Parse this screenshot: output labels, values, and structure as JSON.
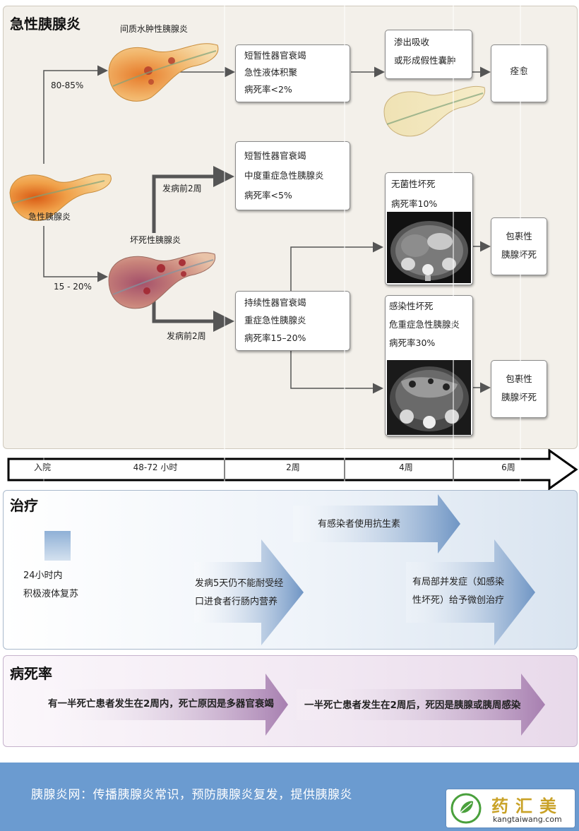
{
  "acute": {
    "title": "急性胰腺炎",
    "center_label": "急性胰腺炎",
    "interstitial_label": "间质水肿性胰腺炎",
    "necrotizing_label": "坏死性胰腺炎",
    "pct_high": "80-85%",
    "pct_low": "15 - 20%",
    "onset_before_2w_a": "发病前2周",
    "onset_before_2w_b": "发病前2周",
    "box_mild": [
      "短暂性器官衰竭",
      "急性液体积聚",
      "病死率<2%"
    ],
    "box_absorb": [
      "渗出吸收",
      "或形成假性囊肿"
    ],
    "box_heal": "痊愈",
    "box_moderate": [
      "短暂性器官衰竭",
      "中度重症急性胰腺炎",
      "病死率<5%"
    ],
    "box_severe": [
      "持续性器官衰竭",
      "重症急性胰腺炎",
      "病死率15–20%"
    ],
    "box_sterile": [
      "无菌性坏死",
      "病死率10%"
    ],
    "box_infected": [
      "感染性坏死",
      "危重症急性胰腺炎",
      "病死率30%"
    ],
    "box_walled_1": [
      "包裹性",
      "胰腺坏死"
    ],
    "box_walled_2": [
      "包裹性",
      "胰腺坏死"
    ]
  },
  "timeline": {
    "labels": [
      "入院",
      "48-72 小时",
      "2周",
      "4周",
      "6周"
    ]
  },
  "treatment": {
    "title": "治疗",
    "fluid": [
      "24小时内",
      "积极液体复苏"
    ],
    "enteral": [
      "发病5天仍不能耐受经",
      "口进食者行肠内营养"
    ],
    "antibiotics": "有感染者使用抗生素",
    "minimally_invasive": [
      "有局部并发症（如感染",
      "性坏死）给予微创治疗"
    ]
  },
  "mortality": {
    "title": "病死率",
    "early": "有一半死亡患者发生在2周内，死亡原因是多器官衰竭",
    "late": "一半死亡患者发生在2周后，死因是胰腺或胰周感染"
  },
  "footer": {
    "text": "胰腺炎网：传播胰腺炎常识，预防胰腺炎复发，提供胰腺炎",
    "logo_name": "药汇美",
    "logo_url": "kangtaiwang.com"
  },
  "colors": {
    "treatment_arrow": "#6f95c4",
    "mortality_arrow": "#a77fb0",
    "flow_arrow": "#555555",
    "footer": "#6b9bd0"
  }
}
